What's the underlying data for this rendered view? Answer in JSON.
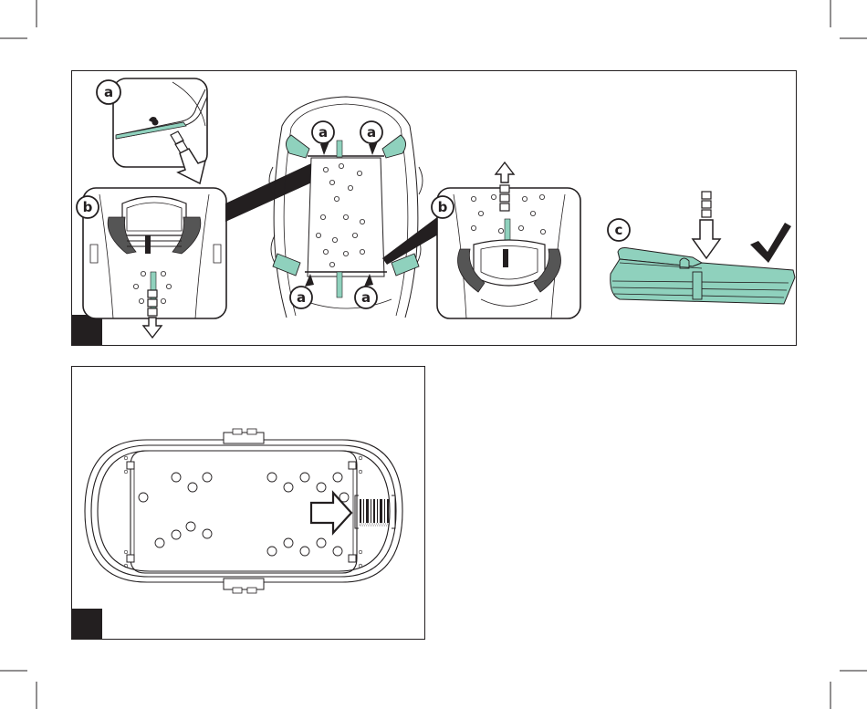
{
  "labels": {
    "a": "a",
    "b": "b",
    "c": "c"
  },
  "colors": {
    "ink": "#231f20",
    "accent": "#8fd1bd",
    "accent_dark": "#3f7a66",
    "paper": "#ffffff"
  },
  "icons": {
    "release_arrow": "arrow-down-icon",
    "pull_arrow": "arrow-up-icon",
    "push_arrow": "arrow-right-icon",
    "done": "check-icon",
    "barcode": "barcode-icon"
  }
}
